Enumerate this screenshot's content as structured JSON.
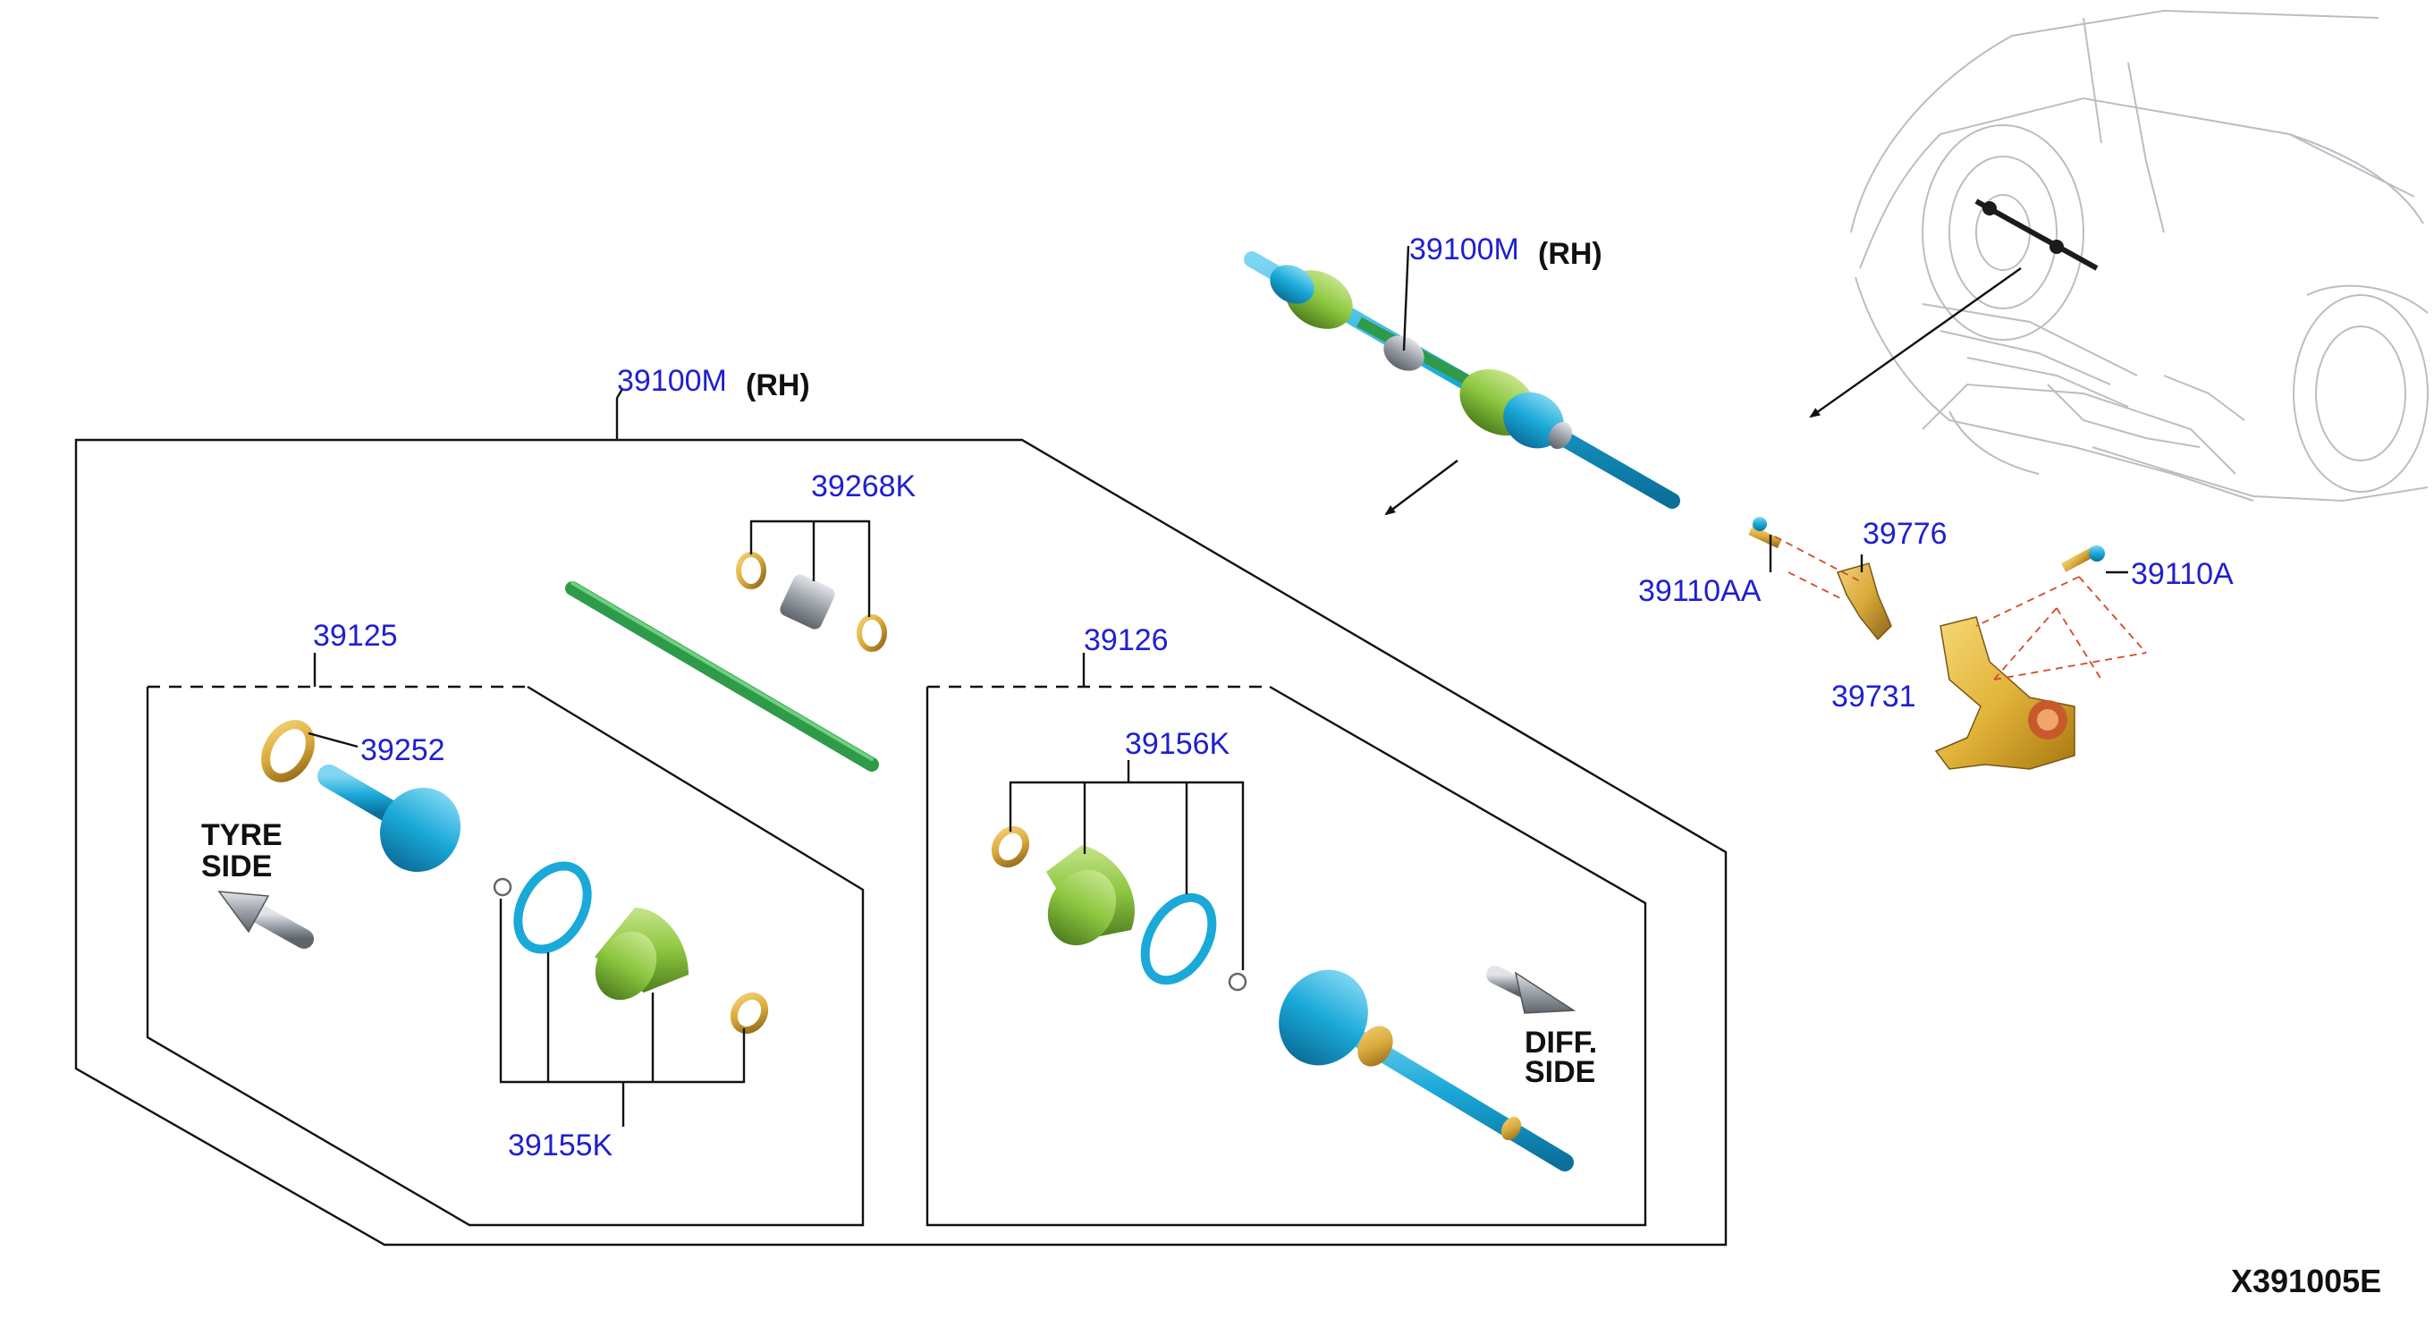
{
  "labels": {
    "top_assembly_number": "39100M",
    "top_assembly_side": "(RH)",
    "kit_assembly_number": "39100M",
    "kit_assembly_side": "(RH)",
    "p39268K": "39268K",
    "p39125": "39125",
    "p39252": "39252",
    "p39155K": "39155K",
    "p39126": "39126",
    "p39156K": "39156K",
    "p39110AA": "39110AA",
    "p39776": "39776",
    "p39110A": "39110A",
    "p39731": "39731"
  },
  "direction_labels": {
    "tyre_side_line1": "TYRE",
    "tyre_side_line2": "SIDE",
    "diff_side_line1": "DIFF.",
    "diff_side_line2": "SIDE"
  },
  "reference_code": "X391005E",
  "colors": {
    "part_number": "#1f1fd0",
    "shaft_blue": "#1aa9d8",
    "boot_green": "#8cc63f",
    "ring_gold": "#d9a93a",
    "knuckle_yellow": "#e2b43a",
    "center_shaft_green": "#2e9a4a"
  }
}
